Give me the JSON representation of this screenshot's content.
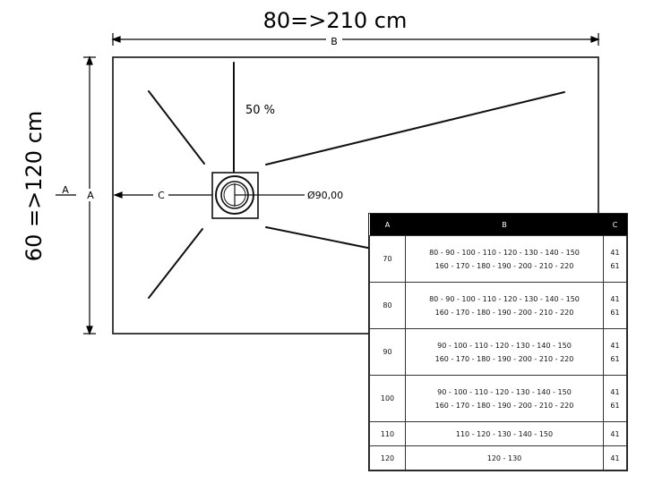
{
  "title_width": "80=>210 cm",
  "title_height": "60 =>120 cm",
  "dim_labels": {
    "b": "B",
    "a_left": "A",
    "a_inner": "A",
    "c": "C"
  },
  "slope_label": "50 %",
  "drain_label": "Ø90,00",
  "table": {
    "headers": [
      "A",
      "B",
      "C"
    ],
    "rows": [
      {
        "a": "70",
        "b": [
          "80 - 90 - 100 - 110 - 120 - 130 - 140 - 150",
          "160 - 170 - 180 - 190 - 200 - 210 - 220"
        ],
        "c": [
          "41",
          "61"
        ]
      },
      {
        "a": "80",
        "b": [
          "80 - 90 - 100 - 110 - 120 - 130 - 140 - 150",
          "160 - 170 - 180 - 190 - 200 - 210 - 220"
        ],
        "c": [
          "41",
          "61"
        ]
      },
      {
        "a": "90",
        "b": [
          "90 - 100 - 110 - 120 - 130 - 140 - 150",
          "160 - 170 - 180 - 190 - 200 - 210 - 220"
        ],
        "c": [
          "41",
          "61"
        ]
      },
      {
        "a": "100",
        "b": [
          "90 - 100 - 110 - 120 - 130 - 140 - 150",
          "160 - 170 - 180 - 190 - 200 - 210 - 220"
        ],
        "c": [
          "41",
          "61"
        ]
      },
      {
        "a": "110",
        "b": [
          "110 - 120 - 130 - 140 - 150"
        ],
        "c": [
          "41"
        ]
      },
      {
        "a": "120",
        "b": [
          "120 - 130"
        ],
        "c": [
          "41"
        ]
      }
    ]
  }
}
